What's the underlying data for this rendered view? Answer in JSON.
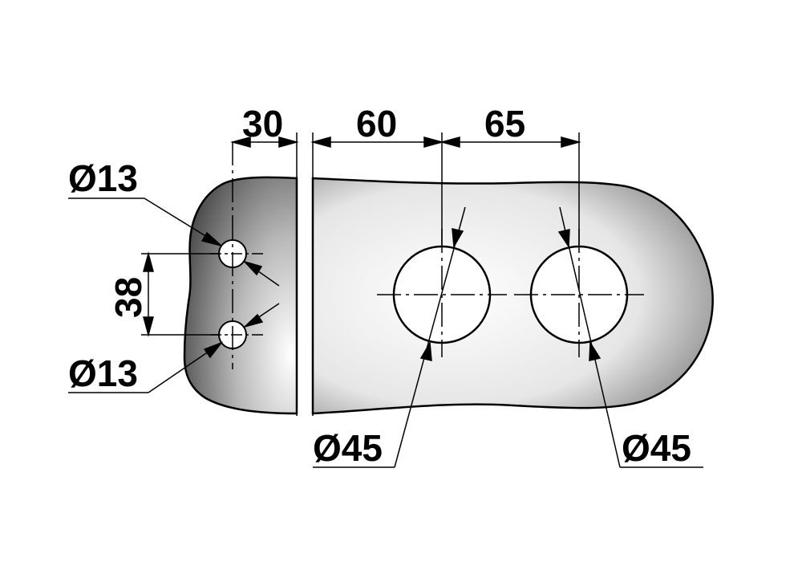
{
  "dimensions": {
    "small_hole_spacing_h": "30",
    "small_hole_spacing_v": "38",
    "offset_to_first_large_hole": "60",
    "large_hole_spacing": "65",
    "small_hole_top_diameter": "Ø13",
    "small_hole_bottom_diameter": "Ø13",
    "large_hole_left_diameter": "Ø45",
    "large_hole_right_diameter": "Ø45"
  },
  "colors": {
    "line": "#000000",
    "plate_dark": "#4a4a4a",
    "plate_light": "#ffffff"
  }
}
